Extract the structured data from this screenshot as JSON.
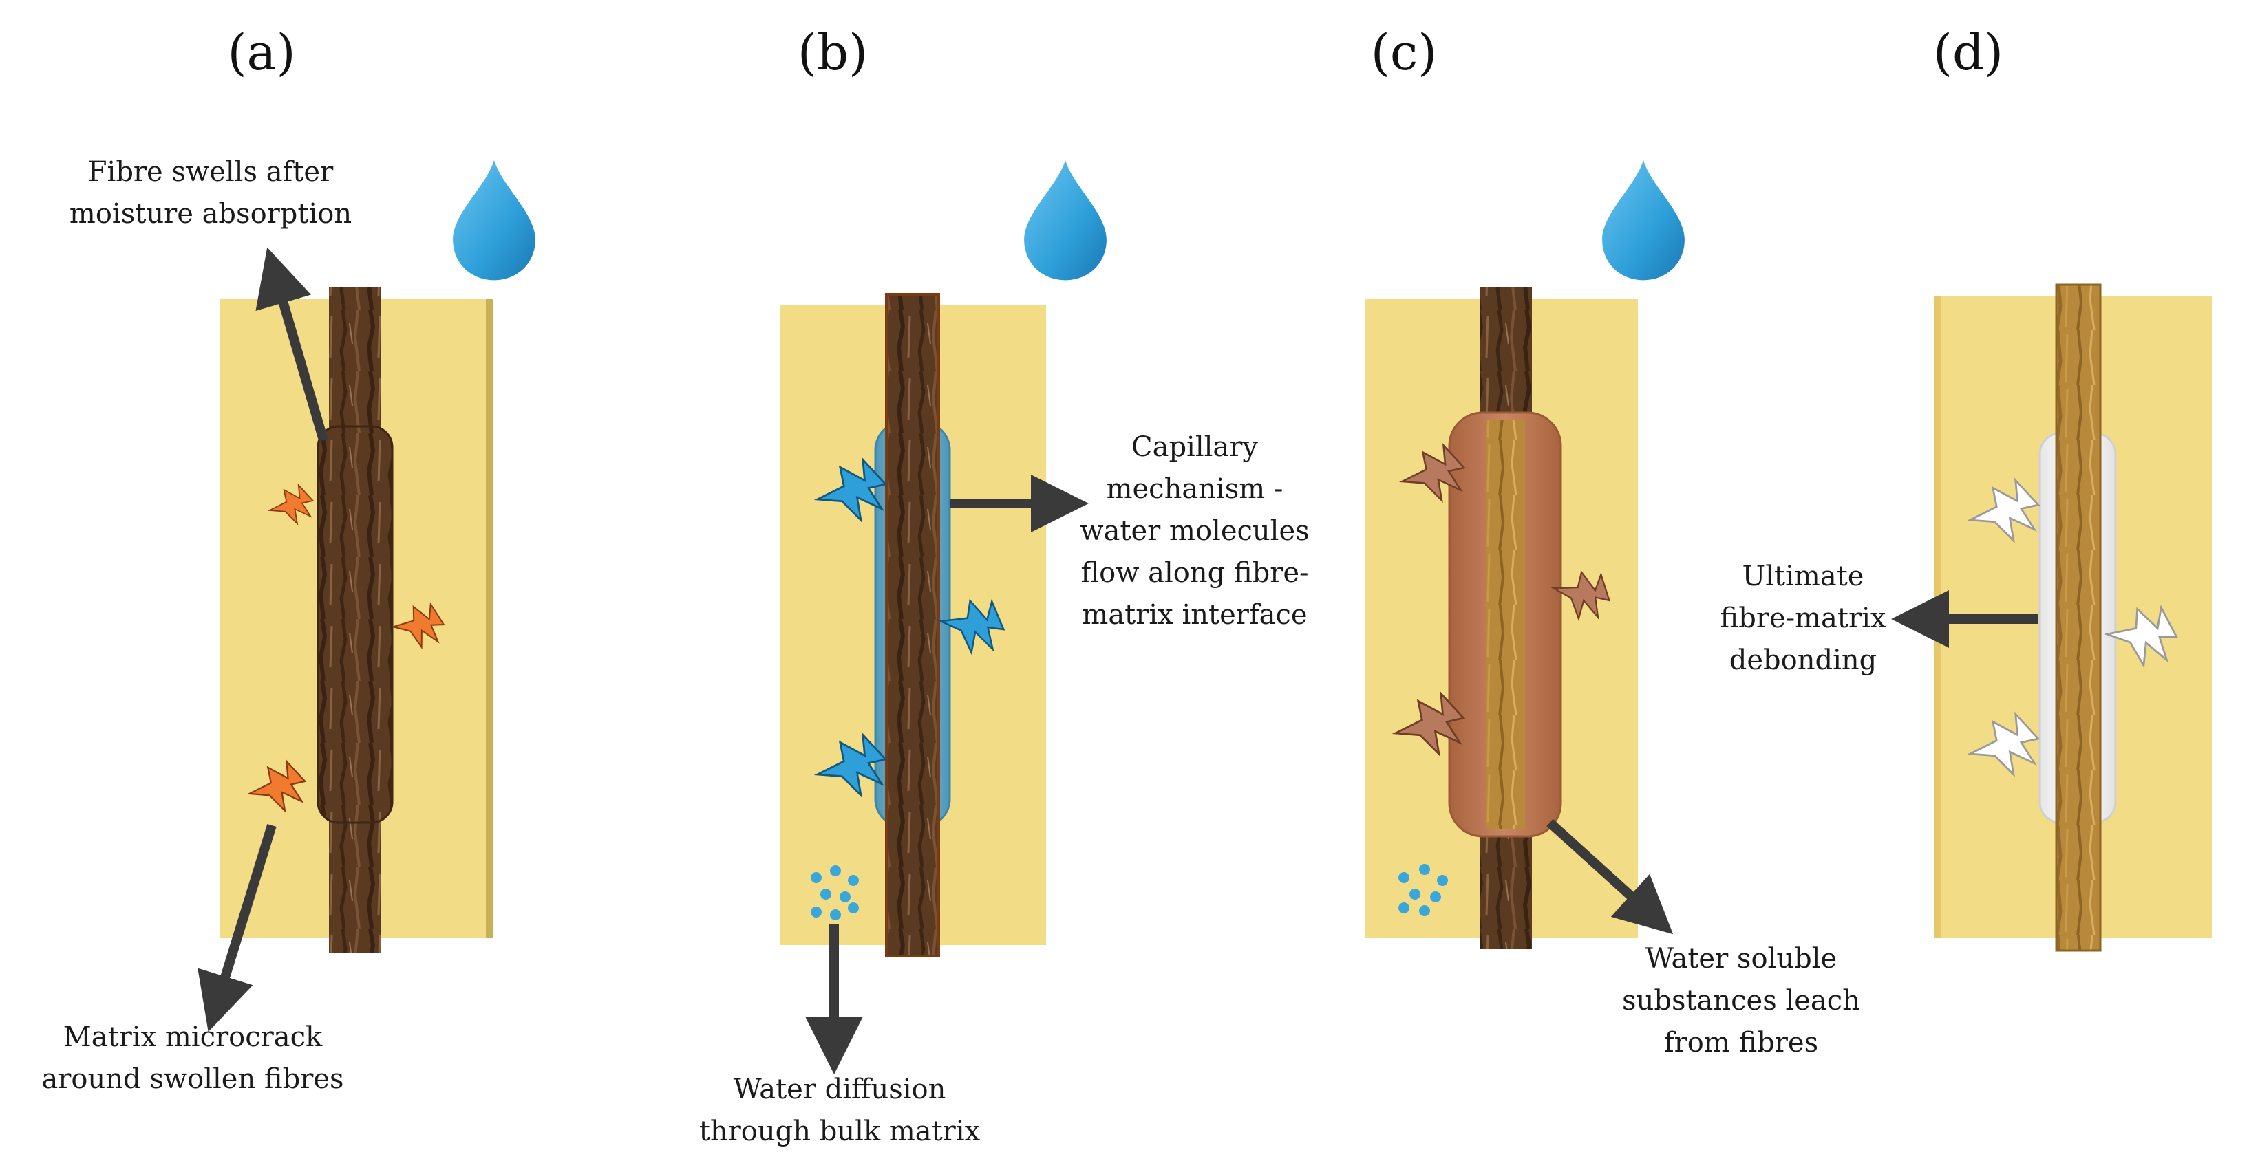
{
  "panels": [
    {
      "label": "(a)"
    },
    {
      "label": "(b)"
    },
    {
      "label": "(c)"
    },
    {
      "label": "(d)"
    }
  ],
  "captions": {
    "a_top": [
      "Fibre swells after",
      "moisture absorption"
    ],
    "a_bottom": [
      "Matrix microcrack",
      "around swollen fibres"
    ],
    "b_right": [
      "Capillary",
      "mechanism -",
      "water molecules",
      "flow along fibre-",
      "matrix interface"
    ],
    "b_bottom": [
      "Water diffusion",
      "through bulk matrix"
    ],
    "c_bottom": [
      "Water soluble",
      "substances leach",
      "from fibres"
    ],
    "d_left": [
      "Ultimate",
      "fibre-matrix",
      "debonding"
    ]
  },
  "colors": {
    "matrix": "#F3DC86",
    "fibre_dark": "#5B3A22",
    "fibre_light": "#B8893A",
    "water": "#2E9FD9",
    "crack_orange": "#F07A2E",
    "crack_brown": "#B87A5E",
    "crack_blue": "#2E9FD9",
    "crack_white": "#FFFFFF",
    "swollen_fibre": "#6E4328",
    "capillary_blue": "#62A7C7",
    "leach_brown": "#C07A58",
    "debond_white": "#FAFAFA",
    "arrow": "#3A3A3A"
  },
  "icons": [
    "water-drop-icon",
    "microcrack-icon",
    "water-dots-icon"
  ]
}
